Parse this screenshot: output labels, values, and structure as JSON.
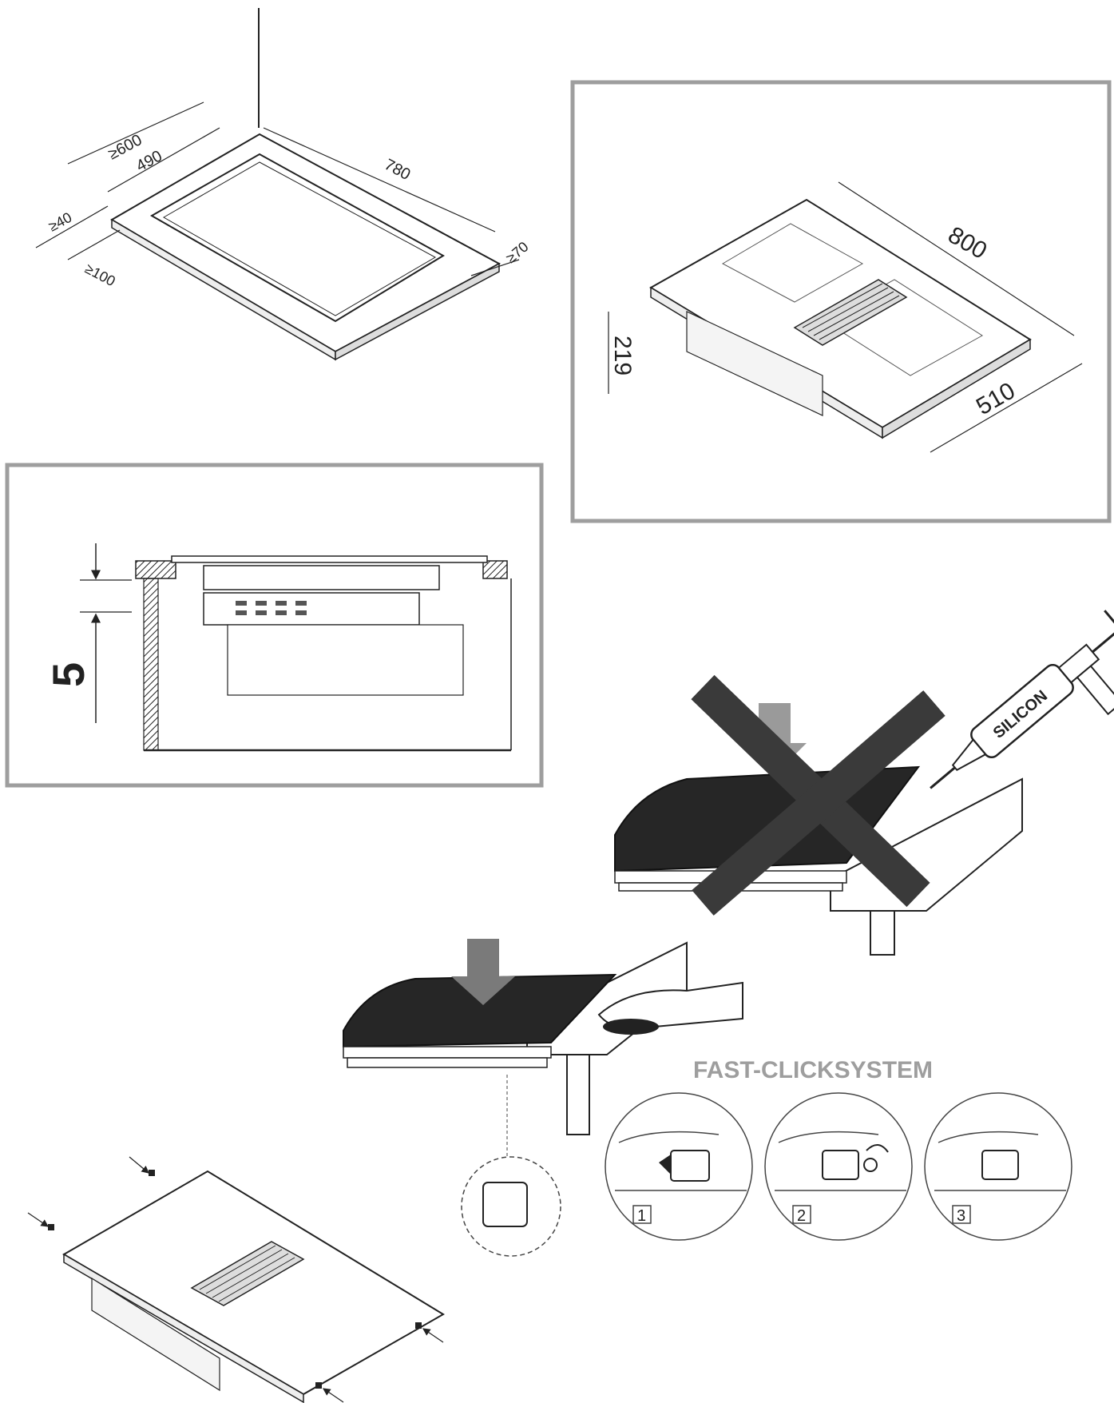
{
  "cutout": {
    "min_depth": "≥600",
    "depth": "490",
    "width": "780",
    "min_front": "≥40",
    "min_side": "≥100",
    "min_rear": "≥70"
  },
  "hob": {
    "width": "800",
    "height": "219",
    "depth": "510"
  },
  "section": {
    "gap": "5"
  },
  "install": {
    "silicone_label": "SILICON",
    "system_title": "FAST-CLICKSYSTEM",
    "steps": [
      "1",
      "2",
      "3"
    ]
  },
  "colors": {
    "frame": "#9e9e9e",
    "glass": "#262626",
    "arrow": "#7a7a7a",
    "cross": "#3a3a3a"
  }
}
